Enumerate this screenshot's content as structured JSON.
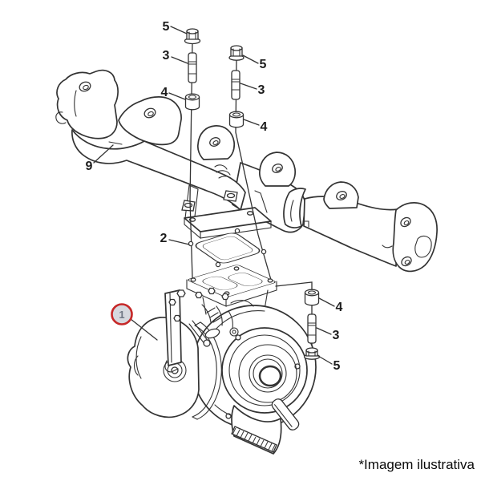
{
  "diagram": {
    "caption": "*Imagem ilustrativa",
    "highlight": {
      "label": "1"
    },
    "callouts": [
      {
        "id": "top-left-nut",
        "label": "5"
      },
      {
        "id": "top-left-stud",
        "label": "3"
      },
      {
        "id": "top-left-spacer",
        "label": "4"
      },
      {
        "id": "top-right-nut",
        "label": "5"
      },
      {
        "id": "top-right-stud",
        "label": "3"
      },
      {
        "id": "top-right-spacer",
        "label": "4"
      },
      {
        "id": "exhaust-manifold",
        "label": "9"
      },
      {
        "id": "gasket",
        "label": "2"
      },
      {
        "id": "right-spacer",
        "label": "4"
      },
      {
        "id": "right-stud",
        "label": "3"
      },
      {
        "id": "right-nut",
        "label": "5"
      }
    ],
    "colors": {
      "line": "#333333",
      "highlight_ring": "#c62828",
      "highlight_fill": "#d6d8de",
      "highlight_digit": "#6f7683",
      "caption_text": "#0a0a0a"
    }
  }
}
